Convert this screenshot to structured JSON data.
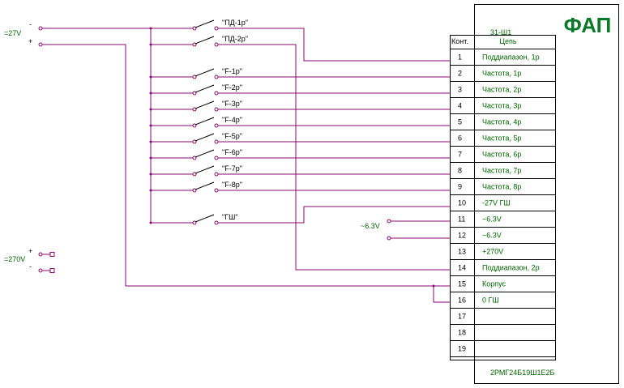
{
  "title": "ФАП",
  "connector": {
    "designator": "31-Ш1",
    "col_pin": "Конт.",
    "col_circuit": "Цепь",
    "part_number": "2РМГ24Б19Ш1Е2Б",
    "rows": [
      {
        "pin": "1",
        "circuit": "Поддиапазон, 1р"
      },
      {
        "pin": "2",
        "circuit": "Частота, 1р"
      },
      {
        "pin": "3",
        "circuit": "Частота, 2р"
      },
      {
        "pin": "4",
        "circuit": "Частота, 3р"
      },
      {
        "pin": "5",
        "circuit": "Частота, 4р"
      },
      {
        "pin": "6",
        "circuit": "Частота, 5р"
      },
      {
        "pin": "7",
        "circuit": "Частота, 6р"
      },
      {
        "pin": "8",
        "circuit": "Частота, 7р"
      },
      {
        "pin": "9",
        "circuit": "Частота, 8р"
      },
      {
        "pin": "10",
        "circuit": "-27V ГШ"
      },
      {
        "pin": "11",
        "circuit": "~6.3V"
      },
      {
        "pin": "12",
        "circuit": "~6.3V"
      },
      {
        "pin": "13",
        "circuit": "+270V"
      },
      {
        "pin": "14",
        "circuit": "Поддиапазон, 2р"
      },
      {
        "pin": "15",
        "circuit": "Корпус"
      },
      {
        "pin": "16",
        "circuit": "0 ГШ"
      },
      {
        "pin": "17",
        "circuit": ""
      },
      {
        "pin": "18",
        "circuit": ""
      },
      {
        "pin": "19",
        "circuit": ""
      }
    ]
  },
  "switches": [
    "\"ПД-1р\"",
    "\"ПД-2р\"",
    "\"F-1р\"",
    "\"F-2р\"",
    "\"F-3р\"",
    "\"F-4р\"",
    "\"F-5р\"",
    "\"F-6р\"",
    "\"F-7р\"",
    "\"F-8р\"",
    "\"ГШ\""
  ],
  "sources": {
    "dc27": {
      "label": "=27V",
      "minus": "-",
      "plus": "+"
    },
    "dc270": {
      "label": "=270V",
      "plus": "+",
      "minus": "-"
    },
    "ac63": {
      "label": "~6.3V"
    }
  },
  "colors": {
    "wire": "#8b0a6f",
    "label_green": "#006400",
    "title_green": "#0a7a2a"
  }
}
